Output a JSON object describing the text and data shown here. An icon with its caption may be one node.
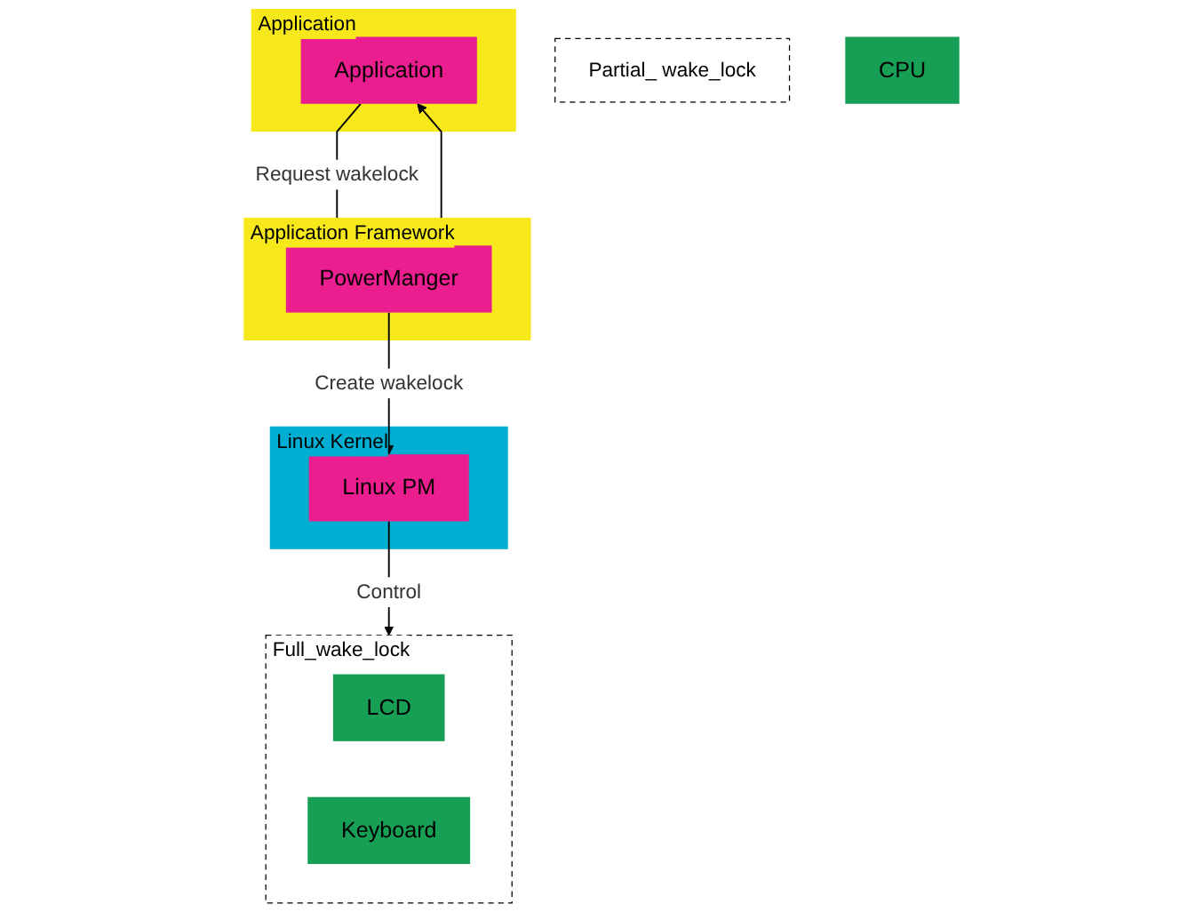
{
  "diagram": {
    "nodes": [
      {
        "text": [
          "Application"
        ]
      },
      {
        "text": [
          "Application"
        ],
        "in": 0
      },
      {
        "text": [
          "Application Framework"
        ]
      },
      {
        "text": [
          "PowerManger"
        ],
        "in": 2
      },
      {
        "text": [
          "Linux Kernel"
        ]
      },
      {
        "text": [
          "Linux PM"
        ],
        "in": 4
      },
      {
        "text": [
          "Full_wake_lock"
        ]
      },
      {
        "text": [
          "Partial_ wake_lock"
        ]
      },
      {
        "text": [
          "CPU"
        ]
      },
      {
        "text": [
          "LCD"
        ],
        "in": 6
      },
      {
        "text": [
          "Keyboard"
        ],
        "in": 6
      }
    ],
    "edges": [
      {
        "from": 1,
        "to": 3,
        "arrow": "to",
        "label": "Request wakelock"
      },
      {
        "from": 3,
        "to": 1,
        "arrow": "to"
      },
      {
        "from": 3,
        "to": 5,
        "arrow": "to",
        "label": "Create wakelock"
      },
      {
        "from": 5,
        "to": 6,
        "arrow": "to",
        "label": "Control"
      }
    ]
  }
}
